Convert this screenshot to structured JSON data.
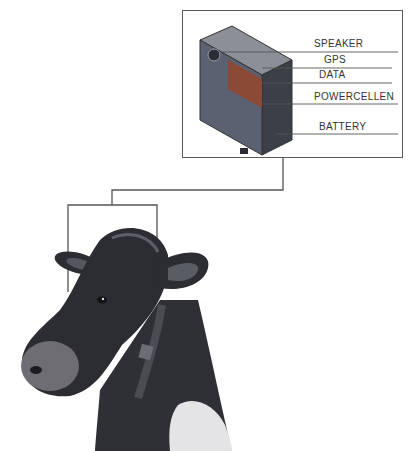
{
  "diagram": {
    "nodes": [
      {
        "text": [
          "SPEAKER",
          "GPS",
          "DATA",
          "POWERCELLEN",
          "BATTERY"
        ]
      }
    ]
  }
}
